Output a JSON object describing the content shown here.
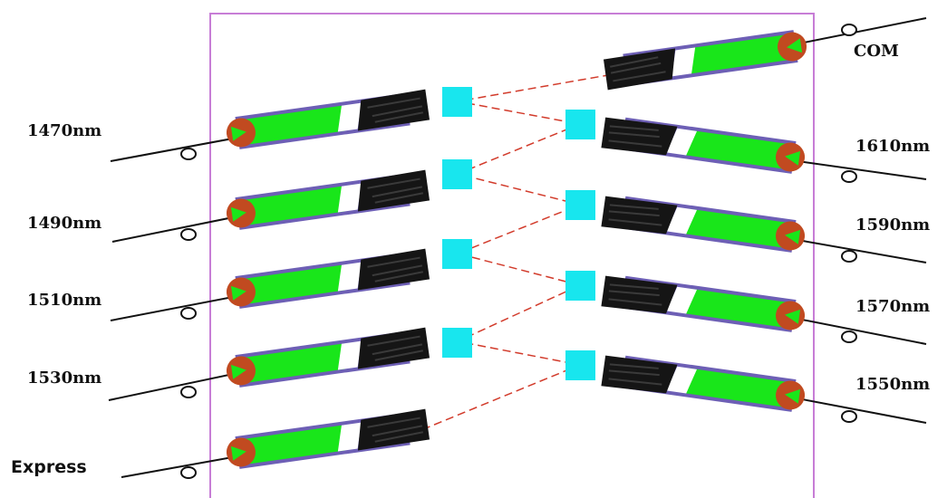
{
  "diagram": {
    "colors": {
      "frame": "#c77dd6",
      "fiber": "#111111",
      "sleeve": "#6d5fb5",
      "green": "#19e61a",
      "black": "#151515",
      "ferrule": "#c14a20",
      "filter": "#18e6ee",
      "beam": "#d23b2b"
    },
    "left_ports": [
      {
        "label": "1470nm"
      },
      {
        "label": "1490nm"
      },
      {
        "label": "1510nm"
      },
      {
        "label": "1530nm"
      },
      {
        "label": "Express"
      }
    ],
    "right_ports": [
      {
        "label": "COM"
      },
      {
        "label": "1610nm"
      },
      {
        "label": "1590nm"
      },
      {
        "label": "1570nm"
      },
      {
        "label": "1550nm"
      }
    ]
  }
}
